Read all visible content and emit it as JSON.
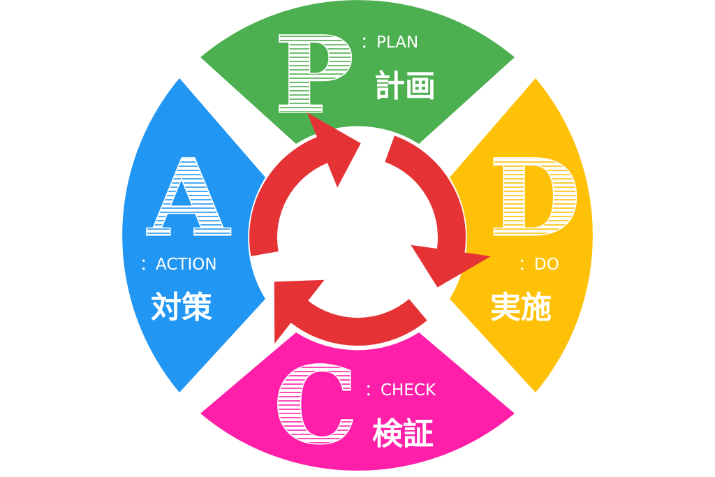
{
  "colors": {
    "plan": "#4caf50",
    "do": "#ffc107",
    "check": "#ff1fa8",
    "action": "#2196f3",
    "arrows": "#e53335"
  },
  "segments": {
    "plan": {
      "letter": "P",
      "en": "：PLAN",
      "jp": "計画"
    },
    "do": {
      "letter": "D",
      "en": "：DO",
      "jp": "実施"
    },
    "check": {
      "letter": "C",
      "en": "：CHECK",
      "jp": "検証"
    },
    "action": {
      "letter": "A",
      "en": "：ACTION",
      "jp": "対策"
    }
  },
  "cycle": {
    "icon": "cycle-arrows-icon",
    "arrow_count": 3
  }
}
